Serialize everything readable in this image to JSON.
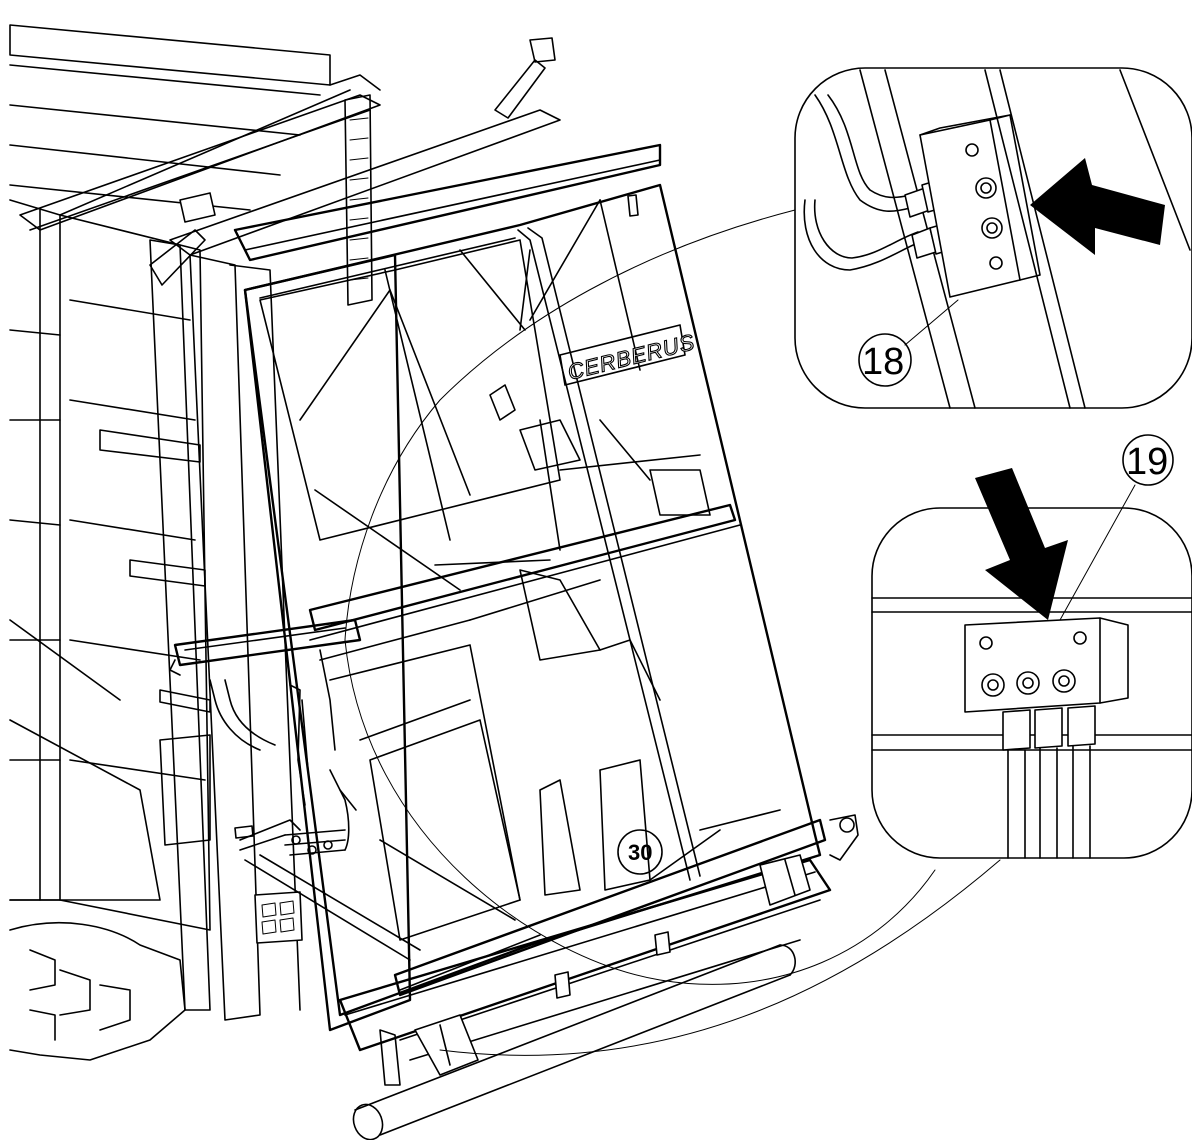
{
  "callouts": [
    {
      "id": "18",
      "label": "18"
    },
    {
      "id": "19",
      "label": "19"
    }
  ],
  "machine": {
    "brand_text": "CERBERUS",
    "speed_badge": "30"
  },
  "colors": {
    "line": "#000000",
    "background": "#ffffff"
  },
  "icons": [
    "arrow-pointer-icon",
    "arrow-pointer-icon"
  ]
}
